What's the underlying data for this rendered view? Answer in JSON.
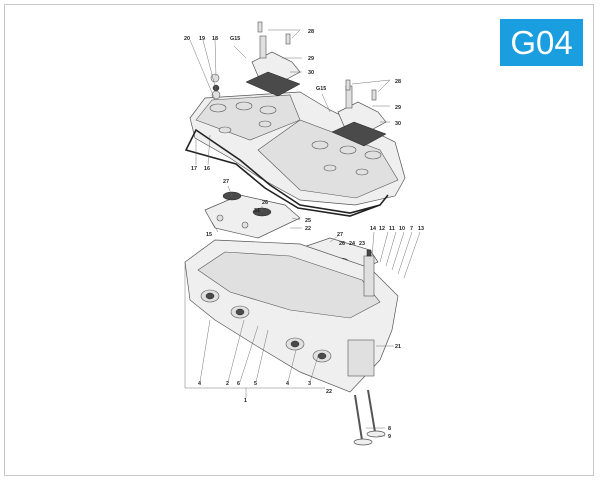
{
  "badge": {
    "text": "G04",
    "color": "#1a9ee0"
  },
  "callouts": {
    "n1": "1",
    "n2": "2",
    "n3": "3",
    "n4a": "4",
    "n4b": "4",
    "n5": "5",
    "n6": "6",
    "n7": "7",
    "n8": "8",
    "n9": "9",
    "n10": "10",
    "n11": "11",
    "n12": "12",
    "n13": "13",
    "n14": "14",
    "n15": "15",
    "n16": "16",
    "n17": "17",
    "n18": "18",
    "n19": "19",
    "n20": "20",
    "n21": "21",
    "n22a": "22",
    "n22b": "22",
    "n23": "23",
    "n24": "24",
    "n25": "25",
    "n26a": "26",
    "n26b": "26",
    "n27a": "27",
    "n27b": "27",
    "n28a": "28",
    "n28b": "28",
    "n29a": "29",
    "n29b": "29",
    "n30a": "30",
    "n30b": "30",
    "n31": "31",
    "g15a": "G15",
    "g15b": "G15"
  }
}
